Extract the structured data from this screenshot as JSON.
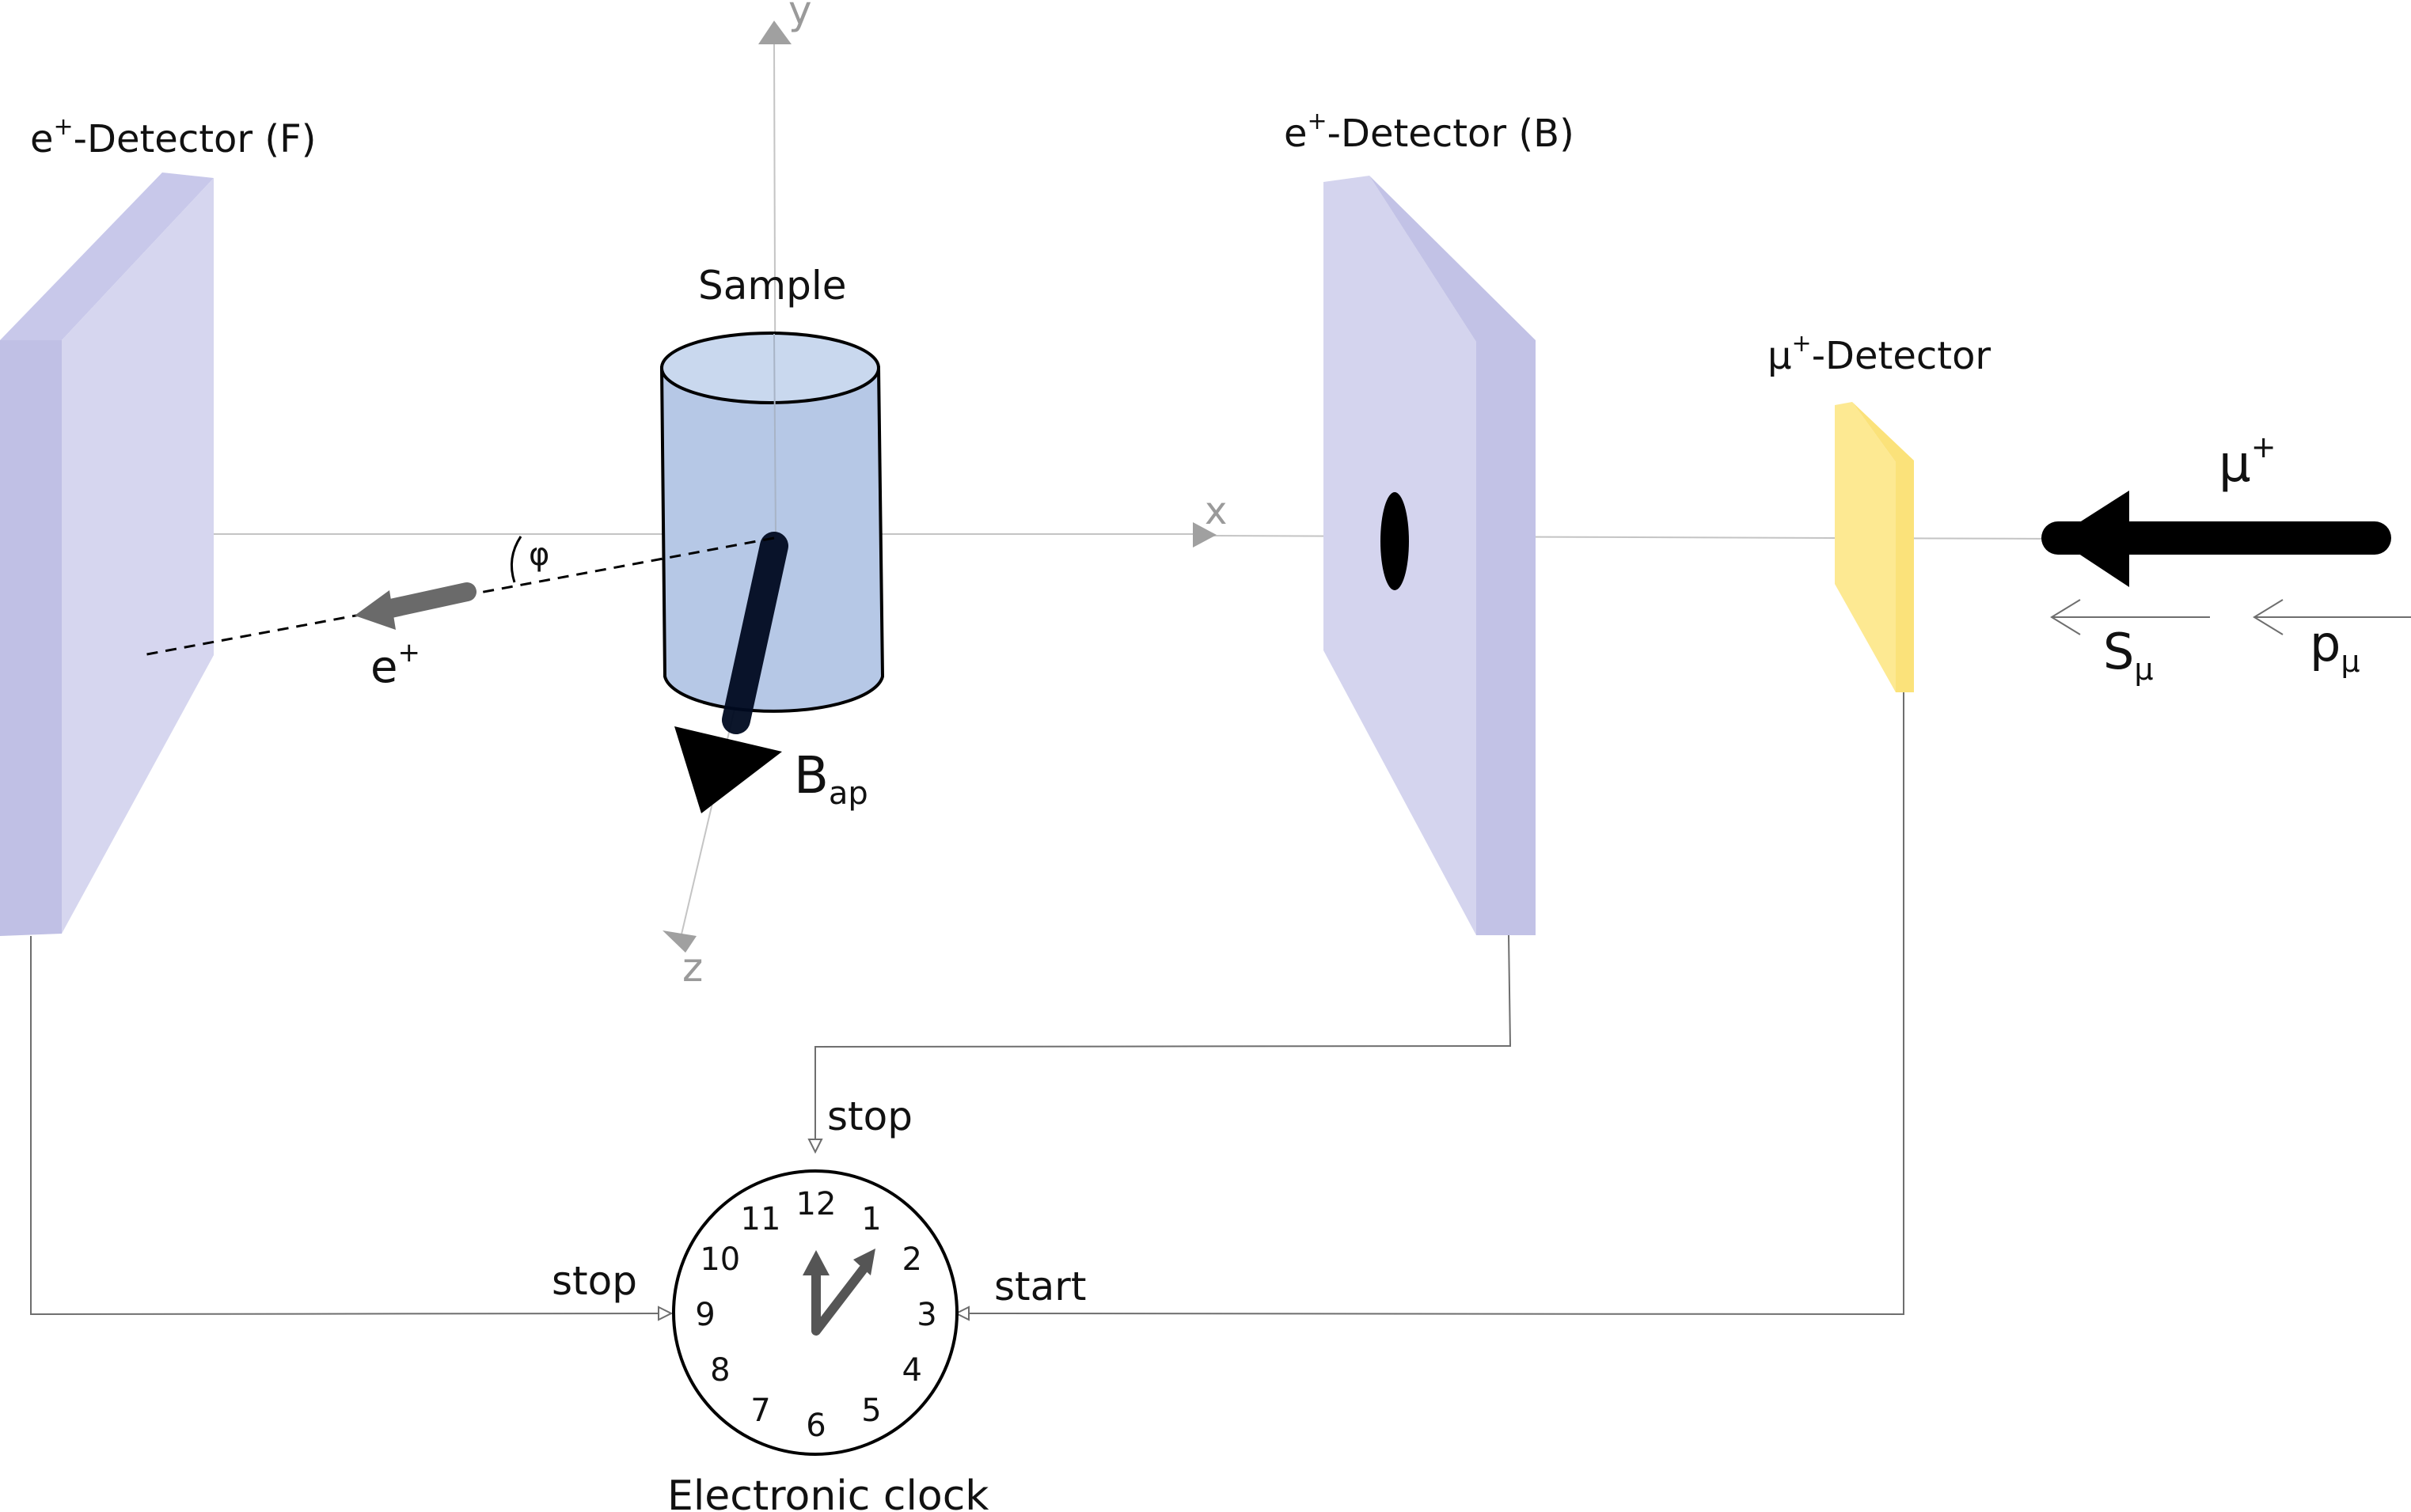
{
  "colors": {
    "detector_face": "#d4d4ee",
    "detector_side": "#c2c2e6",
    "muon_detector_face": "#fde98f",
    "muon_detector_side": "#fbe17a",
    "sample_fill": "#b6c8e6",
    "sample_top": "#c9d8ee",
    "axis_gray": "#9a9a9a",
    "wire_gray": "#6e6e6e"
  },
  "labels": {
    "detector_f": {
      "main": "e",
      "sup": "+",
      "rest": "-Detector (F)"
    },
    "detector_b": {
      "main": "e",
      "sup": "+",
      "rest": "-Detector (B)"
    },
    "muon_detector": {
      "main": "μ",
      "sup": "+",
      "rest": "-Detector"
    },
    "sample": "Sample",
    "field": {
      "main": "B",
      "sub": "ap"
    },
    "positron": {
      "main": "e",
      "sup": "+"
    },
    "muon": {
      "main": "μ",
      "sup": "+"
    },
    "spin": {
      "main": "S",
      "sub": "μ"
    },
    "momentum": {
      "main": "p",
      "sub": "μ"
    },
    "angle": "φ",
    "stop_top": "stop",
    "stop_left": "stop",
    "start": "start",
    "clock_caption": "Electronic clock"
  },
  "axes": {
    "x": "x",
    "y": "y",
    "z": "z"
  },
  "clock": {
    "numbers": [
      "12",
      "1",
      "2",
      "3",
      "4",
      "5",
      "6",
      "7",
      "8",
      "9",
      "10",
      "11"
    ]
  }
}
